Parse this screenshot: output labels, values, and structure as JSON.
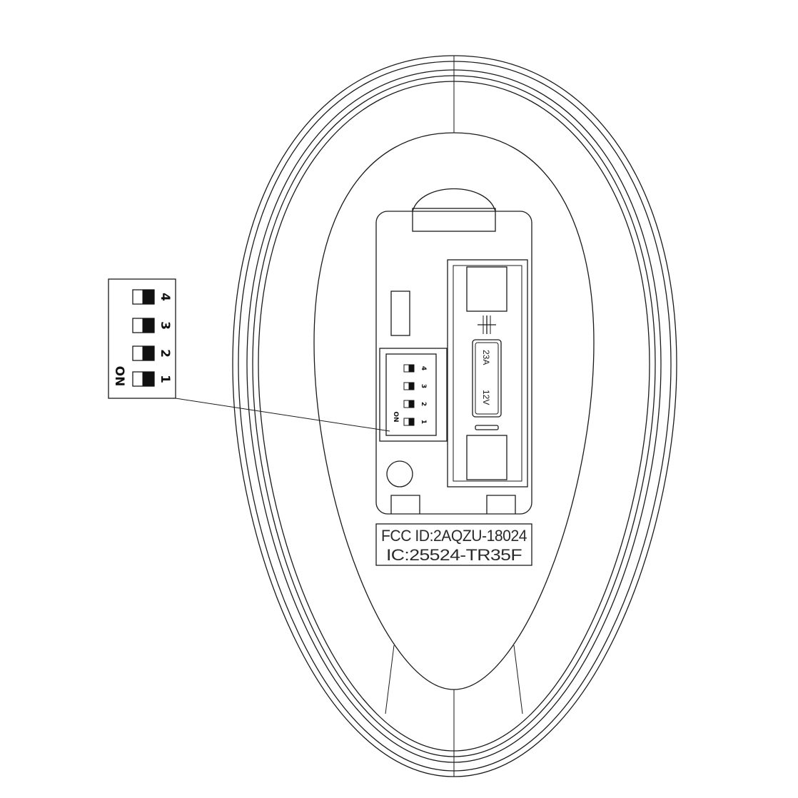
{
  "dip_switch": {
    "on_label": "ON",
    "switch_numbers": [
      "1",
      "2",
      "3",
      "4"
    ]
  },
  "battery": {
    "type": "23A",
    "voltage": "12V",
    "plus_symbol": "+"
  },
  "certification": {
    "fcc_id": "FCC ID:2AQZU-18024",
    "ic": "IC:25524-TR35F"
  }
}
